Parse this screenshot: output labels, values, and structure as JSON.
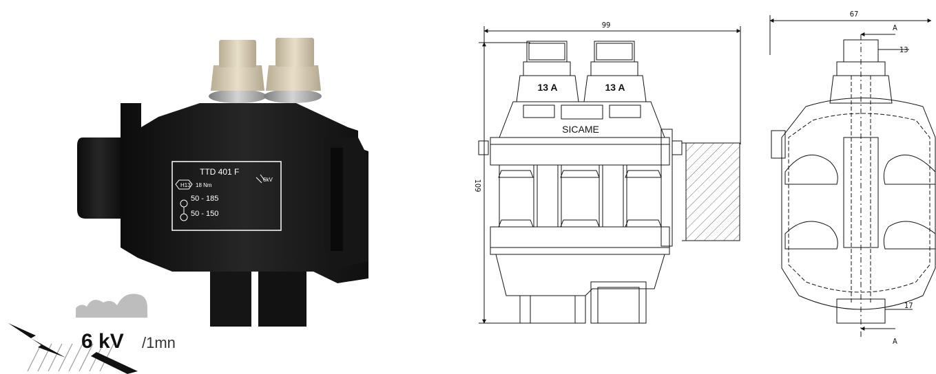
{
  "product_photo": {
    "model": "TTD 401 F",
    "hex_key": "H13",
    "torque": "18 Nm",
    "range_main": "50 - 185",
    "range_tap": "50 - 150",
    "voltage_tag": "6kV"
  },
  "test_badge": {
    "voltage": "6 kV",
    "duration": "/1mn"
  },
  "front_view": {
    "width_dim": "99",
    "height_dim": "109",
    "nut_label_left": "13  A",
    "nut_label_right": "13  A",
    "brand": "SICAME"
  },
  "side_view": {
    "width_dim": "67",
    "nut_dim": "13",
    "bottom_dim": "17",
    "section_top": "A",
    "section_bottom": "A"
  }
}
